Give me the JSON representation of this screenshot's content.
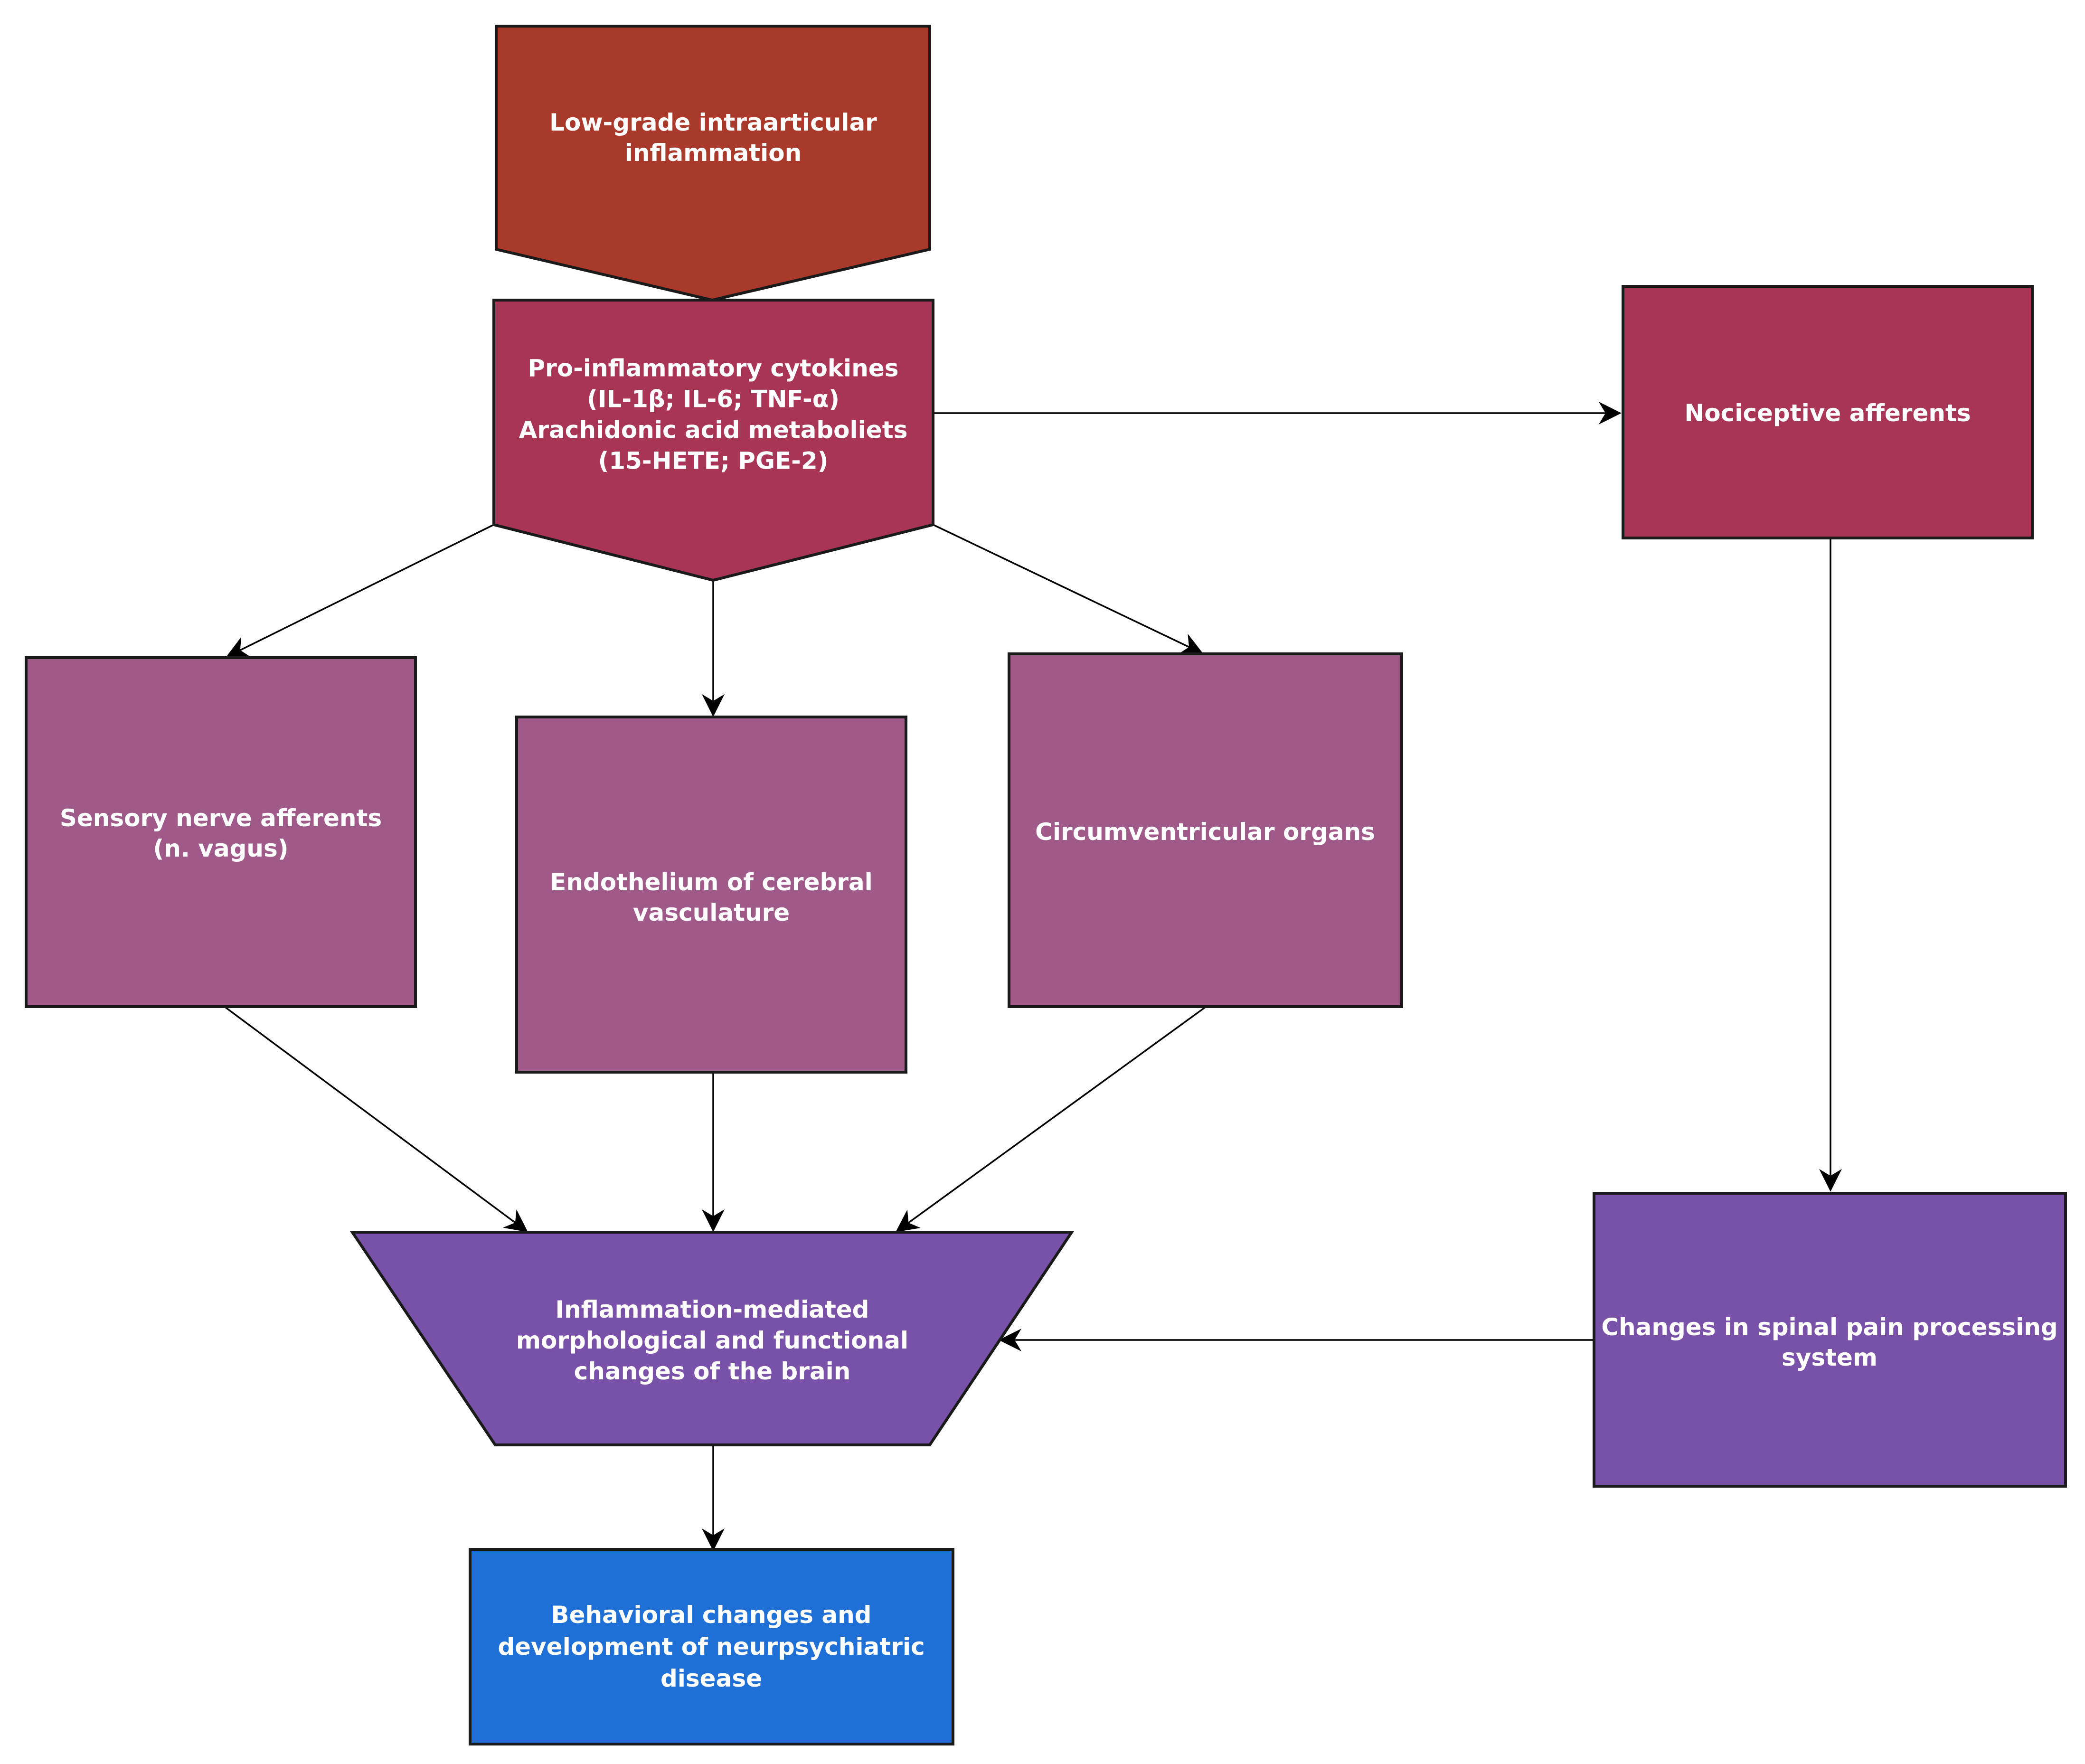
{
  "colors": {
    "dark_red": "#A8392B",
    "crimson": "#A83556",
    "mauve": "#A05A89",
    "purple": "#7A51A8",
    "blue": "#1E6FD6",
    "arrow": "#000000"
  },
  "nodes": {
    "low_grade_inflammation": {
      "lines": [
        "Low-grade intraarticular",
        "inflammation"
      ]
    },
    "cytokines": {
      "lines": [
        "Pro-inflammatory cytokines",
        "(IL-1β; IL-6; TNF-α)",
        "Arachidonic acid metaboliets",
        "(15-HETE; PGE-2)"
      ]
    },
    "nociceptive_afferents": {
      "lines": [
        "Nociceptive afferents"
      ]
    },
    "sensory_nerve_afferents": {
      "lines": [
        "Sensory nerve afferents",
        "(n. vagus)"
      ]
    },
    "endothelium": {
      "lines": [
        "Endothelium of cerebral",
        "vasculature"
      ]
    },
    "circumventricular_organs": {
      "lines": [
        "Circumventricular organs"
      ]
    },
    "brain_changes": {
      "lines": [
        "Inflammation-mediated",
        "morphological and functional",
        "changes of the brain"
      ]
    },
    "spinal_pain_processing": {
      "lines": [
        "Changes in spinal pain processing",
        "system"
      ]
    },
    "behavioral_changes": {
      "lines": [
        "Behavioral changes and",
        "development of neurpsychiatric",
        "disease"
      ]
    }
  }
}
